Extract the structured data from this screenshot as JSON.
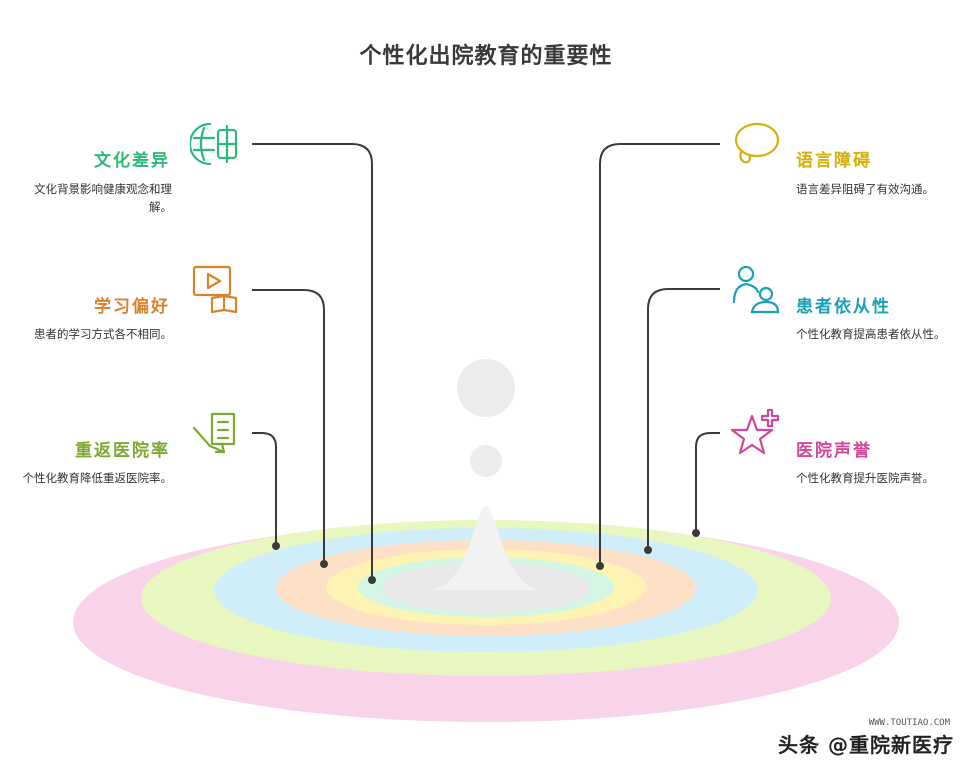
{
  "title": "个性化出院教育的重要性",
  "left_items": [
    {
      "title": "文化差异",
      "desc": "文化背景影响健康观念和理解。",
      "color": "#2db87a",
      "icon": "globe-icon"
    },
    {
      "title": "学习偏好",
      "desc": "患者的学习方式各不相同。",
      "color": "#d9822b",
      "icon": "video-book-icon"
    },
    {
      "title": "重返医院率",
      "desc": "个性化教育降低重返医院率。",
      "color": "#7fa832",
      "icon": "hospital-return-icon"
    }
  ],
  "right_items": [
    {
      "title": "语言障碍",
      "desc": "语言差异阻碍了有效沟通。",
      "color": "#d4b00a",
      "icon": "speech-bubble-icon"
    },
    {
      "title": "患者依从性",
      "desc": "个性化教育提高患者依从性。",
      "color": "#1aa0b8",
      "icon": "patient-icon"
    },
    {
      "title": "医院声誉",
      "desc": "个性化教育提升医院声誉。",
      "color": "#d0489a",
      "icon": "star-plus-icon"
    }
  ],
  "ring_colors": [
    "#f9d3ea",
    "#e8f6bf",
    "#cfeefa",
    "#fde0c6",
    "#fdf3b3",
    "#d2f6e3",
    "#eeeeee"
  ],
  "watermark": "头条 @重院新医疗",
  "watermark_url": "WWW.TOUTIAO.COM"
}
